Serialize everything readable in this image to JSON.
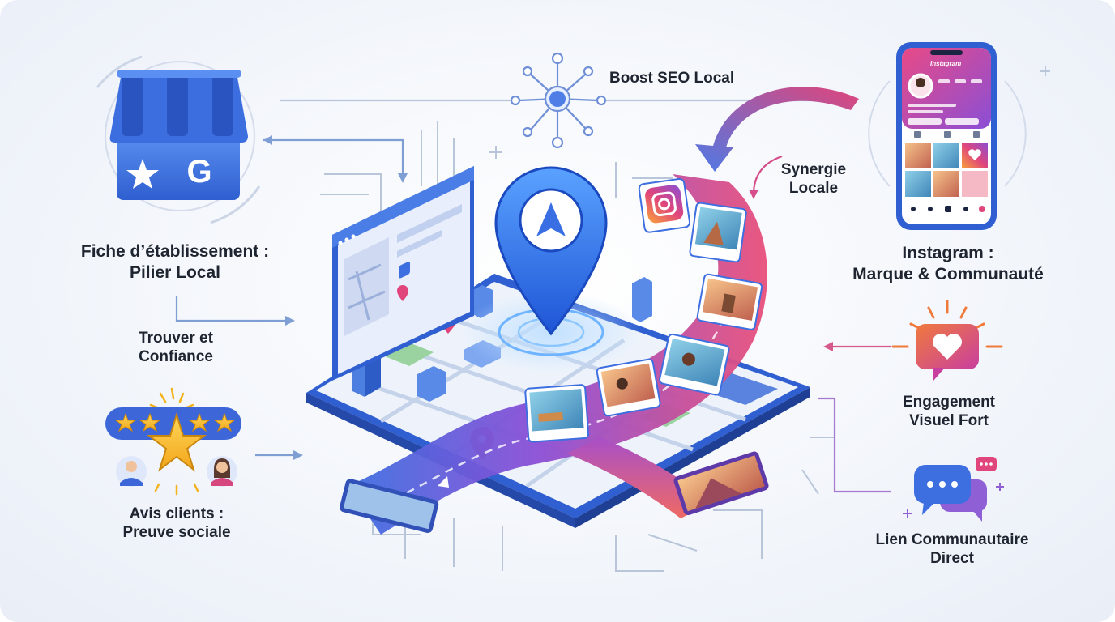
{
  "labels": {
    "fiche": {
      "line1": "Fiche d’établissement :",
      "line2": "Pilier Local"
    },
    "trouver": {
      "line1": "Trouver et",
      "line2": "Confiance"
    },
    "avis": {
      "line1": "Avis clients :",
      "line2": "Preuve sociale"
    },
    "boost": "Boost SEO Local",
    "synergie": {
      "line1": "Synergie",
      "line2": "Locale"
    },
    "instagram": {
      "line1": "Instagram :",
      "line2": "Marque & Communauté"
    },
    "engagement": {
      "line1": "Engagement",
      "line2": "Visuel Fort"
    },
    "lien": {
      "line1": "Lien Communautaire",
      "line2": "Direct"
    }
  },
  "phone": {
    "app_name": "Instagram"
  },
  "colors": {
    "google_blue": "#3b6fe0",
    "accent_pink": "#e0457b",
    "accent_purple": "#8a4fd6",
    "star": "#f6b81e",
    "text": "#1f2530"
  },
  "icons": [
    "google-store-icon",
    "location-pin-icon",
    "instagram-logo-icon",
    "heart-icon",
    "chat-bubbles-icon",
    "rating-stars-icon",
    "network-node-icon",
    "user-avatar-icon"
  ]
}
